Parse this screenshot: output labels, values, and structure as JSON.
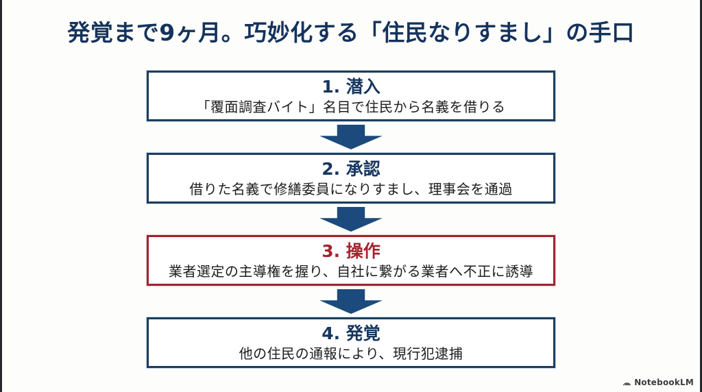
{
  "title": "発覚まで9ヶ月。巧妙化する「住民なりすまし」の手口",
  "steps": [
    {
      "heading": "1. 潜入",
      "description": "「覆面調査バイト」名目で住民から名義を借りる",
      "variant": "normal"
    },
    {
      "heading": "2. 承認",
      "description": "借りた名義で修繕委員になりすまし、理事会を通過",
      "variant": "normal"
    },
    {
      "heading": "3. 操作",
      "description": "業者選定の主導権を握り、自社に繋がる業者へ不正に誘導",
      "variant": "highlight"
    },
    {
      "heading": "4. 発覚",
      "description": "他の住民の通報により、現行犯逮捕",
      "variant": "normal"
    }
  ],
  "colors": {
    "title_navy": "#14335c",
    "box_border_navy": "#1e3c5c",
    "highlight_red": "#9e2430",
    "heading_red": "#a3242e",
    "arrow_blue": "#1c4a7c",
    "body_text": "#1c1c1c",
    "background": "#fdfdfb"
  },
  "watermark": {
    "label": "NotebookLM"
  }
}
